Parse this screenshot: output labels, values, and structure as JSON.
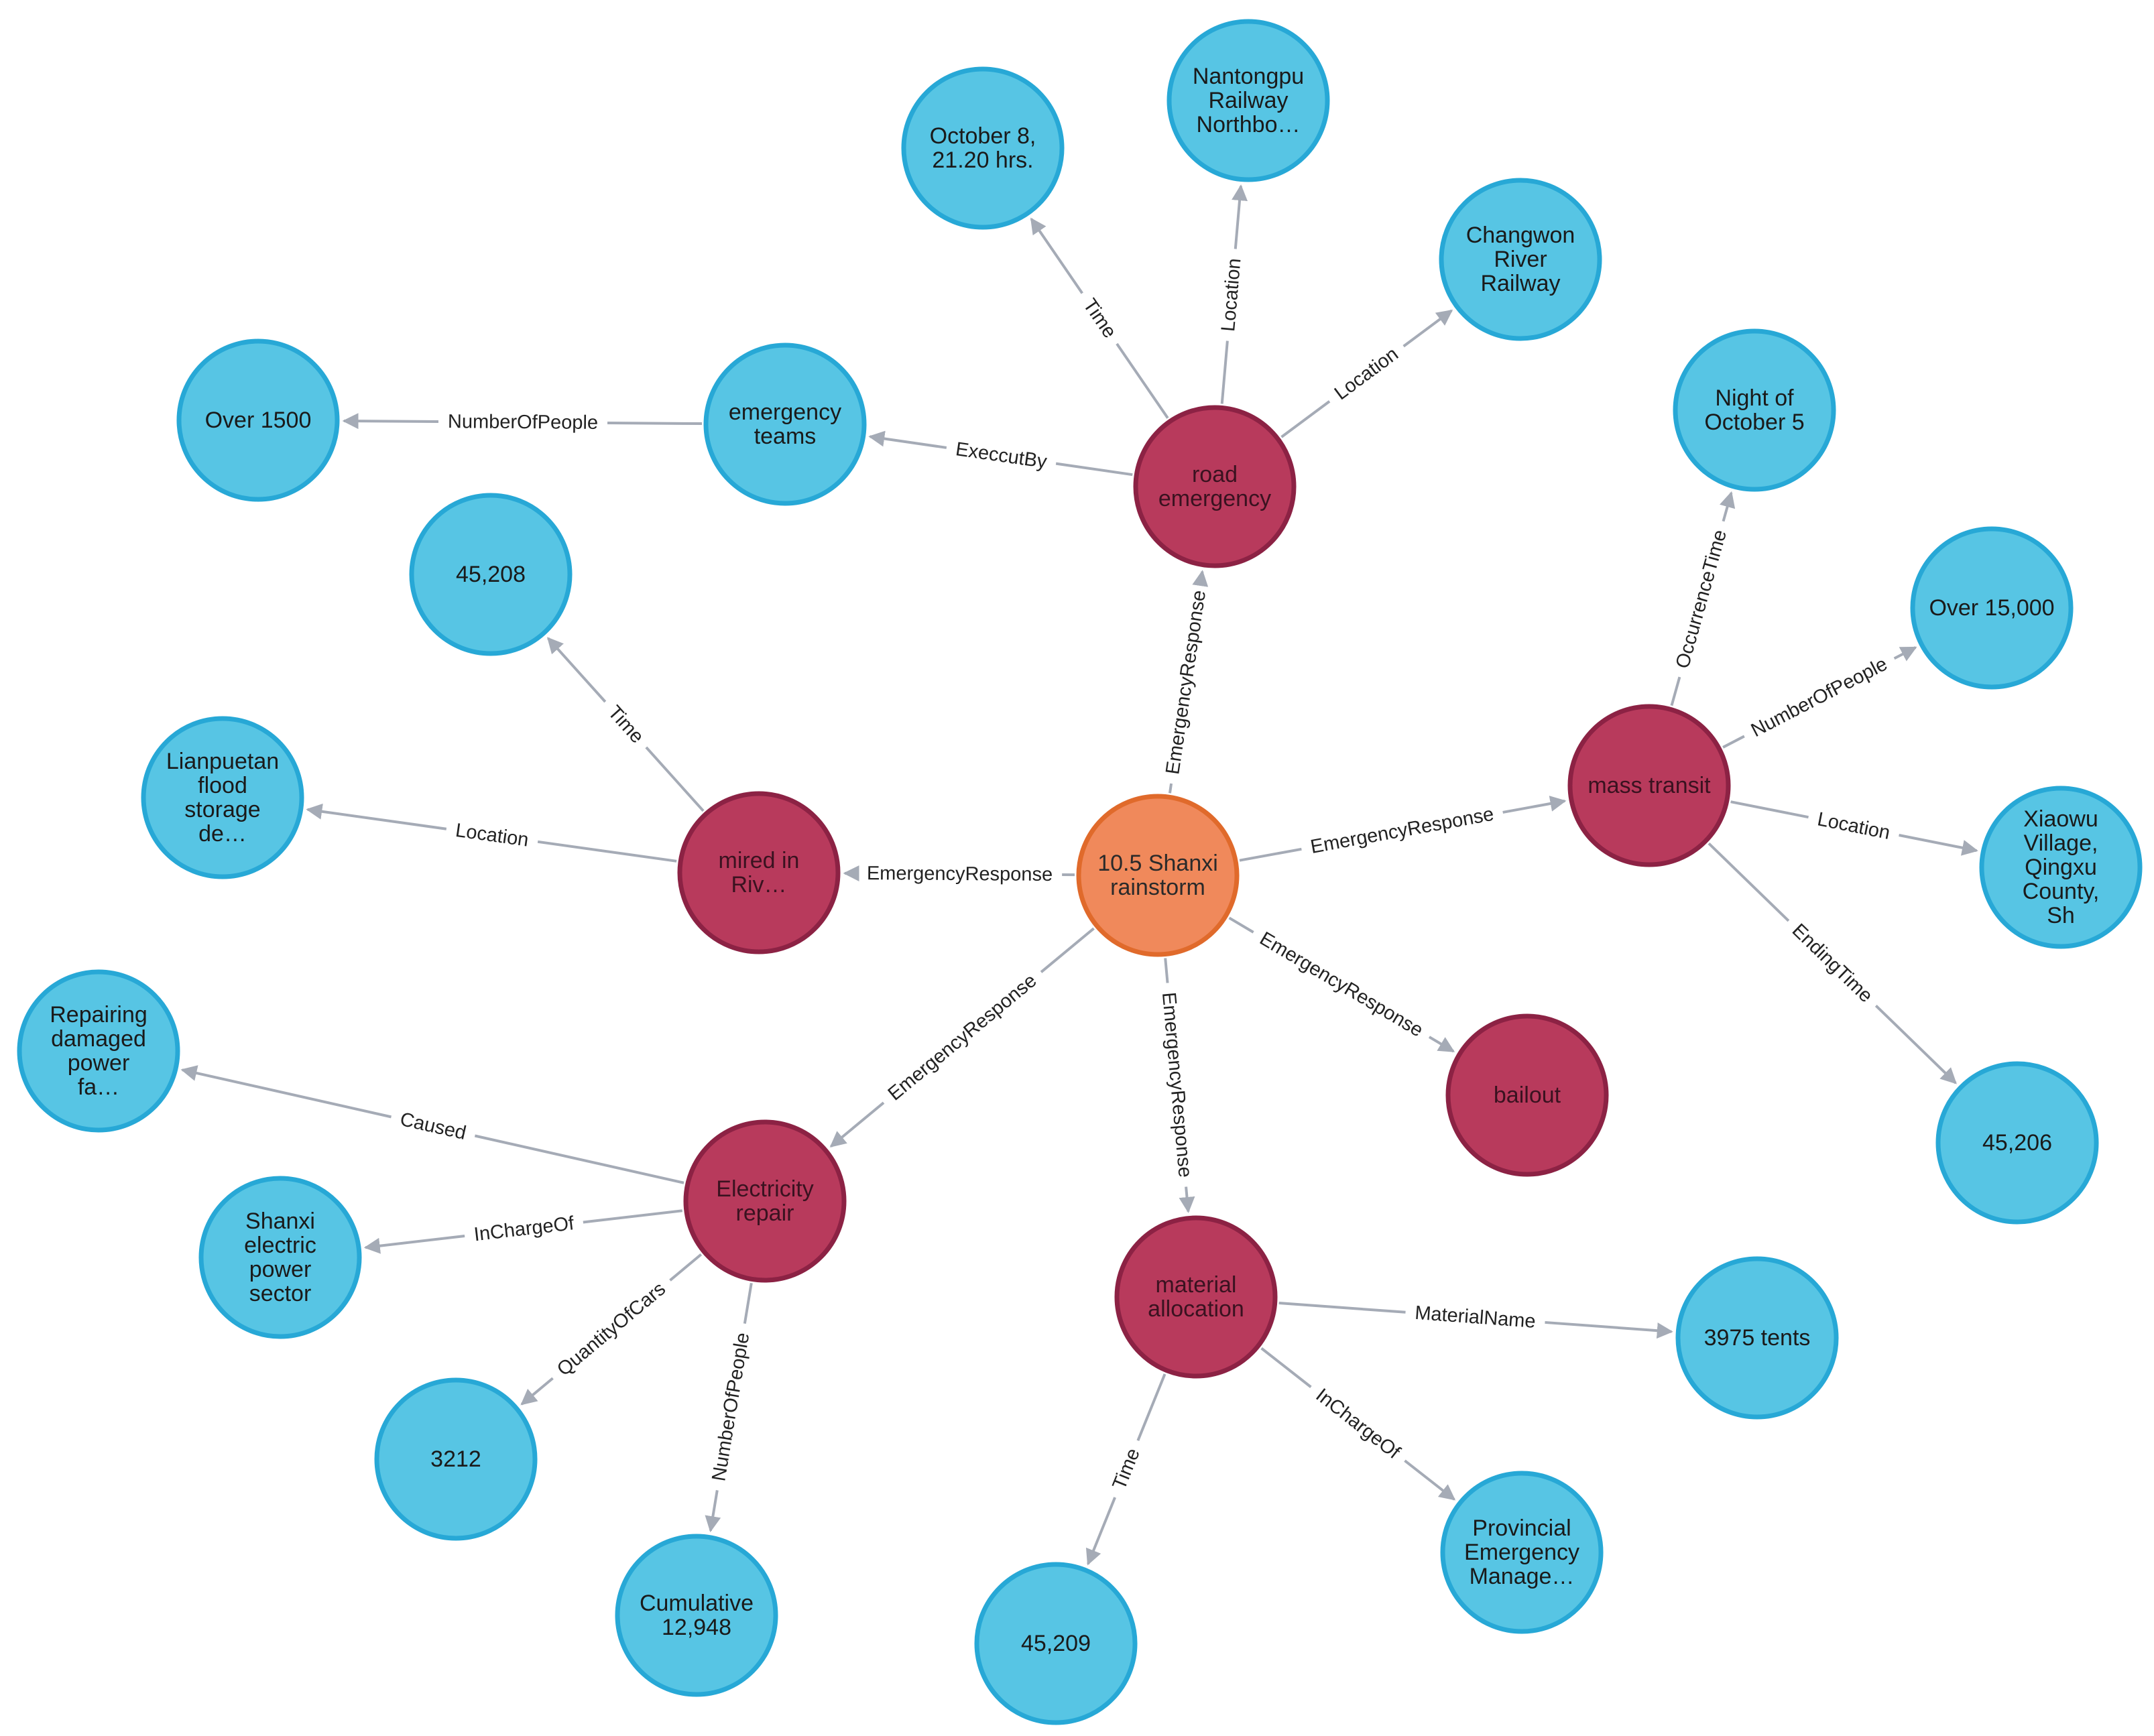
{
  "colors": {
    "event": {
      "fill": "#f0895b",
      "stroke": "#e06a2b",
      "text": "#2a2a2a"
    },
    "action": {
      "fill": "#b83a5c",
      "stroke": "#8c2244",
      "text": "#3a1220"
    },
    "attribute": {
      "fill": "#57c5e4",
      "stroke": "#27a8d6",
      "text": "#1a1a1a"
    },
    "edge": "#a5abb6"
  },
  "nodes": [
    {
      "id": "center",
      "kind": "event",
      "lines": [
        "10.5 Shanxi",
        "rainstorm"
      ]
    },
    {
      "id": "road",
      "kind": "action",
      "lines": [
        "road",
        "emergency"
      ]
    },
    {
      "id": "mass",
      "kind": "action",
      "lines": [
        "mass transit"
      ]
    },
    {
      "id": "bailout",
      "kind": "action",
      "lines": [
        "bailout"
      ]
    },
    {
      "id": "material",
      "kind": "action",
      "lines": [
        "material",
        "allocation"
      ]
    },
    {
      "id": "elec",
      "kind": "action",
      "lines": [
        "Electricity",
        "repair"
      ]
    },
    {
      "id": "mired",
      "kind": "action",
      "lines": [
        "mired in",
        "Riv…"
      ]
    },
    {
      "id": "oct8",
      "kind": "attribute",
      "lines": [
        "October 8,",
        "21.20 hrs."
      ]
    },
    {
      "id": "nantong",
      "kind": "attribute",
      "lines": [
        "Nantongpu",
        "Railway",
        "Northbo…"
      ]
    },
    {
      "id": "changwon",
      "kind": "attribute",
      "lines": [
        "Changwon",
        "River",
        "Railway"
      ]
    },
    {
      "id": "teams",
      "kind": "attribute",
      "lines": [
        "emergency",
        "teams"
      ]
    },
    {
      "id": "over1500",
      "kind": "attribute",
      "lines": [
        "Over 1500"
      ]
    },
    {
      "id": "n45208",
      "kind": "attribute",
      "lines": [
        "45,208"
      ]
    },
    {
      "id": "lianpuetan",
      "kind": "attribute",
      "lines": [
        "Lianpuetan",
        "flood",
        "storage",
        "de…"
      ]
    },
    {
      "id": "repairing",
      "kind": "attribute",
      "lines": [
        "Repairing",
        "damaged",
        "power",
        "fa…"
      ]
    },
    {
      "id": "shanxielec",
      "kind": "attribute",
      "lines": [
        "Shanxi",
        "electric",
        "power",
        "sector"
      ]
    },
    {
      "id": "n3212",
      "kind": "attribute",
      "lines": [
        "3212"
      ]
    },
    {
      "id": "cumul",
      "kind": "attribute",
      "lines": [
        "Cumulative",
        "12,948"
      ]
    },
    {
      "id": "n45209",
      "kind": "attribute",
      "lines": [
        "45,209"
      ]
    },
    {
      "id": "provincial",
      "kind": "attribute",
      "lines": [
        "Provincial",
        "Emergency",
        "Manage…"
      ]
    },
    {
      "id": "tents",
      "kind": "attribute",
      "lines": [
        "3975 tents"
      ]
    },
    {
      "id": "night5",
      "kind": "attribute",
      "lines": [
        "Night of",
        "October 5"
      ]
    },
    {
      "id": "over15000",
      "kind": "attribute",
      "lines": [
        "Over 15,000"
      ]
    },
    {
      "id": "xiaowu",
      "kind": "attribute",
      "lines": [
        "Xiaowu",
        "Village,",
        "Qingxu",
        "County,",
        "Sh"
      ]
    },
    {
      "id": "n45206",
      "kind": "attribute",
      "lines": [
        "45,206"
      ]
    }
  ],
  "edges": [
    {
      "from": "center",
      "to": "road",
      "label": "EmergencyResponse"
    },
    {
      "from": "center",
      "to": "mass",
      "label": "EmergencyResponse"
    },
    {
      "from": "center",
      "to": "bailout",
      "label": "EmergencyResponse"
    },
    {
      "from": "center",
      "to": "material",
      "label": "EmergencyResponse"
    },
    {
      "from": "center",
      "to": "elec",
      "label": "EmergencyResponse"
    },
    {
      "from": "center",
      "to": "mired",
      "label": "EmergencyResponse"
    },
    {
      "from": "road",
      "to": "oct8",
      "label": "Time"
    },
    {
      "from": "road",
      "to": "nantong",
      "label": "Location"
    },
    {
      "from": "road",
      "to": "changwon",
      "label": "Location"
    },
    {
      "from": "road",
      "to": "teams",
      "label": "ExeccutBy"
    },
    {
      "from": "teams",
      "to": "over1500",
      "label": "NumberOfPeople"
    },
    {
      "from": "mired",
      "to": "n45208",
      "label": "Time"
    },
    {
      "from": "mired",
      "to": "lianpuetan",
      "label": "Location"
    },
    {
      "from": "elec",
      "to": "repairing",
      "label": "Caused"
    },
    {
      "from": "elec",
      "to": "shanxielec",
      "label": "InChargeOf"
    },
    {
      "from": "elec",
      "to": "n3212",
      "label": "QuantityOfCars"
    },
    {
      "from": "elec",
      "to": "cumul",
      "label": "NumberOfPeople"
    },
    {
      "from": "material",
      "to": "n45209",
      "label": "Time"
    },
    {
      "from": "material",
      "to": "provincial",
      "label": "InChargeOf"
    },
    {
      "from": "material",
      "to": "tents",
      "label": "MaterialName"
    },
    {
      "from": "mass",
      "to": "night5",
      "label": "OccurrenceTime"
    },
    {
      "from": "mass",
      "to": "over15000",
      "label": "NumberOfPeople"
    },
    {
      "from": "mass",
      "to": "xiaowu",
      "label": "Location"
    },
    {
      "from": "mass",
      "to": "n45206",
      "label": "EndingTime"
    }
  ]
}
